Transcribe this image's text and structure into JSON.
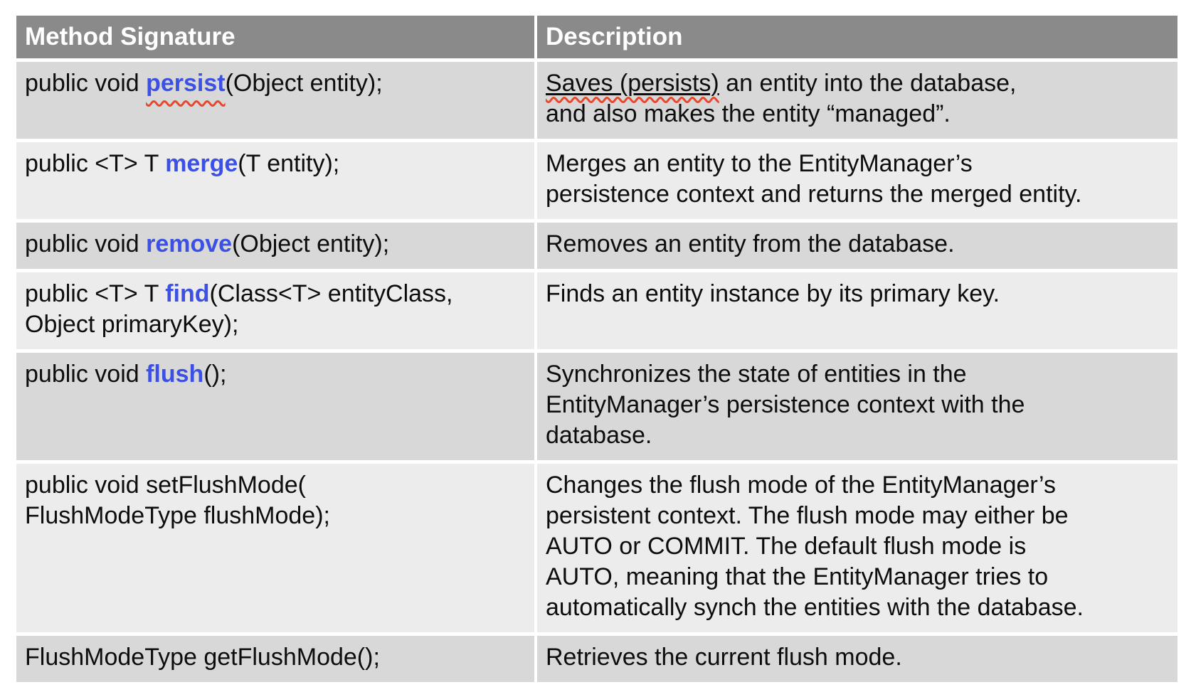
{
  "colors": {
    "header_bg": "#8a8a8a",
    "header_text": "#ffffff",
    "row_dark": "#d8d8d8",
    "row_light": "#ececec",
    "body_text": "#0d0d0d",
    "keyword_blue": "#3c50e4",
    "squiggle_red": "#e8472b",
    "page_bg": "#ffffff"
  },
  "table": {
    "headers": [
      "Method Signature",
      "Description"
    ],
    "rows": [
      {
        "shade": "dark",
        "signature": [
          {
            "t": "public void "
          },
          {
            "t": "persist",
            "s": "kw sq"
          },
          {
            "t": "(Object entity);"
          }
        ],
        "description": [
          {
            "t": "Saves (persists)",
            "s": "un sqa"
          },
          {
            "t": " an entity into the database,\nand also makes the entity “managed”."
          }
        ]
      },
      {
        "shade": "light",
        "signature": [
          {
            "t": "public <T> T "
          },
          {
            "t": "merge",
            "s": "kw"
          },
          {
            "t": "(T entity);"
          }
        ],
        "description": [
          {
            "t": "Merges an entity to the EntityManager’s\npersistence context and returns the merged entity."
          }
        ]
      },
      {
        "shade": "dark",
        "signature": [
          {
            "t": "public void "
          },
          {
            "t": "remove",
            "s": "kw"
          },
          {
            "t": "(Object entity);"
          }
        ],
        "description": [
          {
            "t": "Removes an entity from the database."
          }
        ]
      },
      {
        "shade": "light",
        "signature": [
          {
            "t": "public <T> T "
          },
          {
            "t": "find",
            "s": "kw"
          },
          {
            "t": "(Class<T> entityClass,\nObject primaryKey);"
          }
        ],
        "description": [
          {
            "t": "Finds an entity instance by its primary key."
          }
        ]
      },
      {
        "shade": "dark",
        "signature": [
          {
            "t": "public void "
          },
          {
            "t": "flush",
            "s": "kw"
          },
          {
            "t": "();"
          }
        ],
        "description": [
          {
            "t": "Synchronizes the state of entities in the\nEntityManager’s persistence context with the\ndatabase."
          }
        ]
      },
      {
        "shade": "light",
        "signature": [
          {
            "t": "public void setFlushMode(\nFlushModeType flushMode);"
          }
        ],
        "description": [
          {
            "t": "Changes the flush mode of the EntityManager’s\npersistent context. The flush mode may either be\nAUTO or COMMIT. The default flush mode is\nAUTO, meaning that the EntityManager tries to\nautomatically synch the entities with the database."
          }
        ]
      },
      {
        "shade": "dark",
        "signature": [
          {
            "t": "FlushModeType getFlushMode();"
          }
        ],
        "description": [
          {
            "t": "Retrieves the current flush mode."
          }
        ]
      }
    ]
  }
}
